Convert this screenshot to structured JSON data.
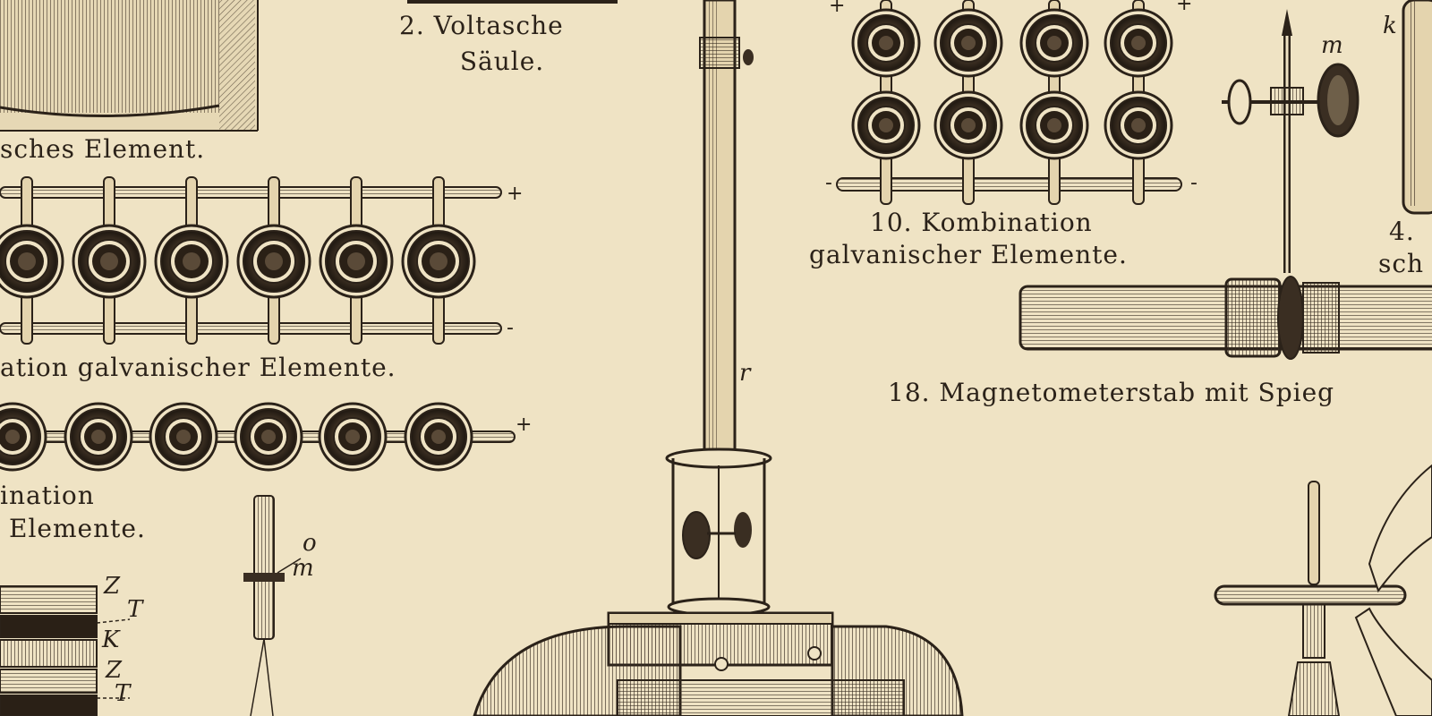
{
  "palette": {
    "paper": "#efe3c4",
    "ink": "#2b2219",
    "shade": "#6e5f49"
  },
  "captions": {
    "fig2_line1": "2.  Voltasche",
    "fig2_line2": "Säule.",
    "top_left": "sches Element.",
    "row1_caption": "ation galvanischer Elemente.",
    "row2_line1": "ination",
    "row2_line2": "Elemente.",
    "fig10_line1": "10.  Kombination",
    "fig10_line2": "galvanischer Elemente.",
    "fig4_line1": "4.",
    "fig4_line2": "sch",
    "fig18": "18.  Magnetometerstab mit Spieg"
  },
  "letters": {
    "r": "r",
    "m_top": "m",
    "k": "k",
    "o": "o",
    "m_bottom": "m",
    "Z1": "Z",
    "T1": "T",
    "K": "K",
    "Z2": "Z",
    "T2": "T"
  },
  "signs": {
    "plus_top_left": "+",
    "plus_top_right": "+",
    "minus_fig10_left": "-",
    "minus_fig10_right": "-",
    "plus_row1": "+",
    "minus_row1": "-",
    "plus_row2": "+"
  }
}
